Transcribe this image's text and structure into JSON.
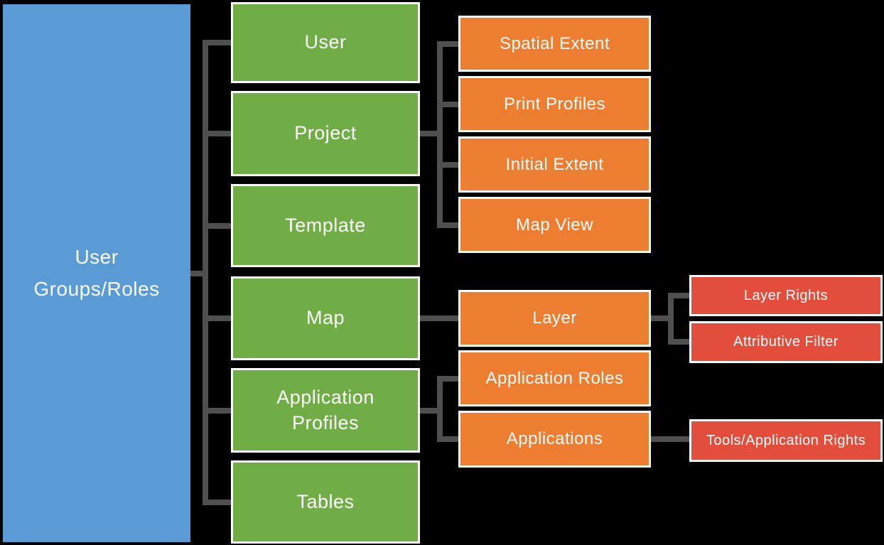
{
  "nodes": {
    "user_groups_roles": {
      "label": "User Groups/Roles"
    },
    "user": {
      "label": "User"
    },
    "project": {
      "label": "Project"
    },
    "template": {
      "label": "Template"
    },
    "map": {
      "label": "Map"
    },
    "application_profiles": {
      "label": "Application Profiles"
    },
    "tables": {
      "label": "Tables"
    },
    "spatial_extent": {
      "label": "Spatial Extent"
    },
    "print_profiles": {
      "label": "Print Profiles"
    },
    "initial_extent": {
      "label": "Initial Extent"
    },
    "map_view": {
      "label": "Map View"
    },
    "layer": {
      "label": "Layer"
    },
    "application_roles": {
      "label": "Application Roles"
    },
    "applications": {
      "label": "Applications"
    },
    "layer_rights": {
      "label": "Layer Rights"
    },
    "attributive_filter": {
      "label": "Attributive Filter"
    },
    "tools_application_rights": {
      "label": "Tools/Application Rights"
    }
  },
  "edges": [
    {
      "from": "user_groups_roles",
      "to": "user"
    },
    {
      "from": "user_groups_roles",
      "to": "project"
    },
    {
      "from": "user_groups_roles",
      "to": "template"
    },
    {
      "from": "user_groups_roles",
      "to": "map"
    },
    {
      "from": "user_groups_roles",
      "to": "application_profiles"
    },
    {
      "from": "user_groups_roles",
      "to": "tables"
    },
    {
      "from": "project",
      "to": "spatial_extent"
    },
    {
      "from": "project",
      "to": "print_profiles"
    },
    {
      "from": "project",
      "to": "initial_extent"
    },
    {
      "from": "project",
      "to": "map_view"
    },
    {
      "from": "map",
      "to": "layer"
    },
    {
      "from": "layer",
      "to": "layer_rights"
    },
    {
      "from": "layer",
      "to": "attributive_filter"
    },
    {
      "from": "application_profiles",
      "to": "application_roles"
    },
    {
      "from": "application_profiles",
      "to": "applications"
    },
    {
      "from": "applications",
      "to": "tools_application_rights"
    }
  ],
  "colors": {
    "background": "#000000",
    "root": "#5B9BD5",
    "level1": "#70AD47",
    "level2": "#ED7D31",
    "level3": "#E24E3B",
    "connector": "#4F4F4F",
    "box_border": "#FFFFFF",
    "text": "#FFFFFF"
  }
}
